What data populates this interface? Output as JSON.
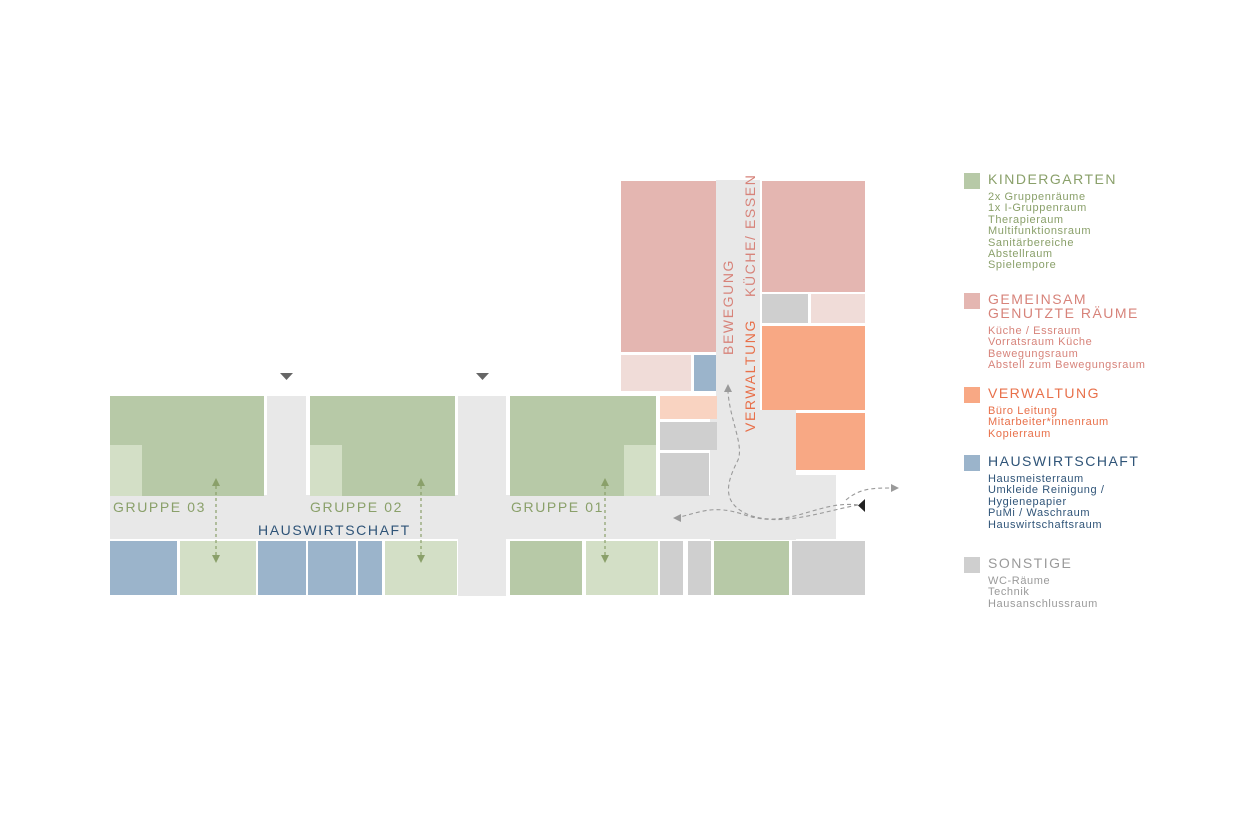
{
  "plan": {
    "labels": {
      "gruppe_03": "GRUPPE 03",
      "gruppe_02": "GRUPPE 02",
      "gruppe_01": "GRUPPE 01",
      "hauswirtschaft": "HAUSWIRTSCHAFT",
      "bewegung": "BEWEGUNG",
      "kueche_essen": "KÜCHE/ ESSEN",
      "verwaltung": "VERWALTUNG"
    }
  },
  "legend": {
    "groups": [
      {
        "title": "KINDERGARTEN",
        "color": "#8aa06a",
        "swatch": "#b7c9a7",
        "items": [
          "2x Gruppenräume",
          "1x I-Gruppenraum",
          "Therapieraum",
          "Multifunktionsraum",
          "Sanitärbereiche",
          "Abstellraum",
          "Spielempore"
        ]
      },
      {
        "title": "GEMEINSAM\nGENUTZTE RÄUME",
        "color": "#d7837a",
        "swatch": "#e4b6b1",
        "items": [
          "Küche / Essraum",
          "Vorratsraum Küche",
          "Bewegungsraum",
          "Abstell zum Bewegungsraum"
        ]
      },
      {
        "title": "VERWALTUNG",
        "color": "#e8704a",
        "swatch": "#f8a884",
        "items": [
          "Büro Leitung",
          "Mitarbeiter*innenraum",
          "Kopierraum"
        ]
      },
      {
        "title": "HAUSWIRTSCHAFT",
        "color": "#2f5478",
        "swatch": "#9bb4cb",
        "items": [
          "Hausmeisterraum",
          "Umkleide Reinigung /",
          "Hygienepapier",
          "PuMi / Waschraum",
          "Hauswirtschaftsraum"
        ]
      },
      {
        "title": "SONSTIGE",
        "color": "#9a9a9a",
        "swatch": "#cfcfcf",
        "items": [
          "WC-Räume",
          "Technik",
          "Hausanschlussraum"
        ]
      }
    ]
  },
  "colors": {
    "circulation": "#e8e8e8",
    "green_dark": "#b7c9a7",
    "green_light": "#d3dfc6",
    "rose_dark": "#e4b6b1",
    "rose_light": "#f0dcd8",
    "orange": "#f8a884",
    "orange_light": "#f9d3c1",
    "blue": "#9bb4cb",
    "grey": "#cfcfcf",
    "arrow_green": "#8aa06a",
    "arrow_grey": "#9a9a9a"
  }
}
